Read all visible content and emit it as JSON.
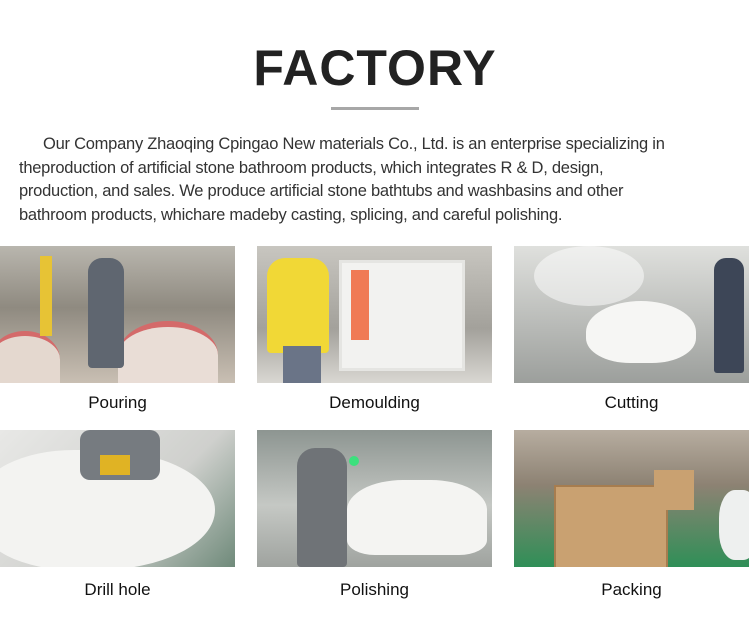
{
  "header": {
    "title": "FACTORY"
  },
  "intro": {
    "lines": [
      "Our Company Zhaoqing Cpingao New materials Co., Ltd. is an enterprise specializing in",
      "theproduction of artificial stone bathroom products, which integrates R & D,  design,",
      "production, and sales. We produce artificial stone bathtubs and washbasins and other",
      "bathroom products, whichare madeby casting, splicing, and careful polishing."
    ]
  },
  "steps": [
    {
      "label": "Pouring"
    },
    {
      "label": "Demoulding"
    },
    {
      "label": "Cutting"
    },
    {
      "label": "Drill hole"
    },
    {
      "label": "Polishing"
    },
    {
      "label": "Packing"
    }
  ]
}
